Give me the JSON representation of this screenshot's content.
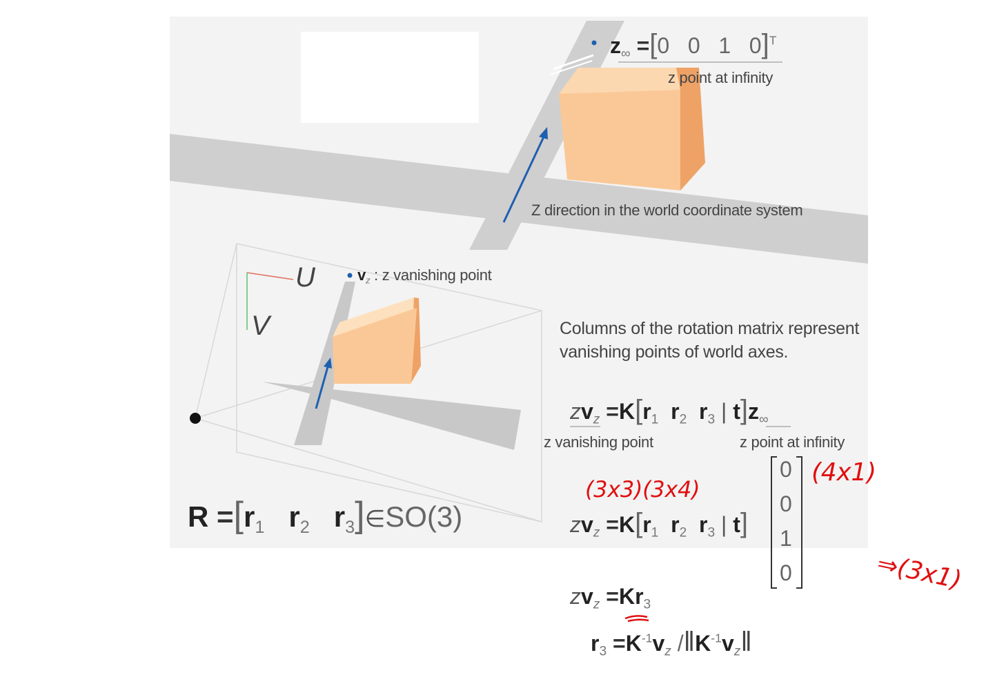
{
  "top": {
    "z_inf_eq": {
      "lhs": "z",
      "lhs_sub": "∞",
      "vector": "0   0   1   0",
      "transpose": "T"
    },
    "z_inf_caption": "z point at infinity",
    "z_direction_caption": "Z direction in the world coordinate system"
  },
  "camera": {
    "axis_u": "U",
    "axis_v": "V",
    "vz_label": "v",
    "vz_sub": "z",
    "vz_caption": ": z vanishing point"
  },
  "rotation_eq": {
    "lhs": "R",
    "eq": "=",
    "r": "r",
    "subs": [
      "1",
      "2",
      "3"
    ],
    "rel": "∈",
    "group": "SO(3)"
  },
  "explanation": {
    "line1": "Columns of the rotation matrix represent",
    "line2": "vanishing points of world axes."
  },
  "eq1": {
    "z": "z",
    "v": "v",
    "v_sub": "z",
    "eq": "=",
    "K": "K",
    "r": "r",
    "subs": [
      "1",
      "2",
      "3"
    ],
    "bar": "|",
    "t": "t",
    "zinf": "z",
    "zinf_sub": "∞",
    "caption_left": "z vanishing point",
    "caption_right": "z point at infinity"
  },
  "eq2": {
    "z": "z",
    "v": "v",
    "v_sub": "z",
    "eq": "=",
    "K": "K",
    "r": "r",
    "subs": [
      "1",
      "2",
      "3"
    ],
    "bar": "|",
    "t": "t",
    "column": [
      "0",
      "0",
      "1",
      "0"
    ]
  },
  "eq3": {
    "z": "z",
    "v": "v",
    "v_sub": "z",
    "eq": "=",
    "K": "K",
    "r": "r",
    "r_sub": "3"
  },
  "eq4": {
    "r": "r",
    "r_sub": "3",
    "eq": "=",
    "K": "K",
    "inv": "-1",
    "v": "v",
    "v_sub": "z",
    "slash": "/",
    "norm_open": "‖",
    "norm_close": "‖"
  },
  "annotations": {
    "dims_left": "(3x3)(3x4)",
    "dims_right": "(4x1)",
    "result": "⇒(3x1)"
  },
  "colors": {
    "box_front": "#fac896",
    "box_side": "#eea266",
    "box_top": "#fde0bd",
    "arrow": "#1f5fb0",
    "plane": "#cfcfcf",
    "pen": "#e01010"
  }
}
